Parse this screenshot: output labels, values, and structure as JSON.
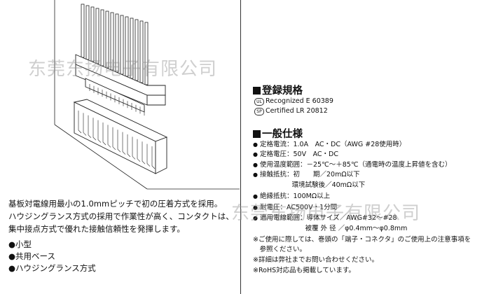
{
  "watermark": {
    "line1": "东莞东扬电子有限公司",
    "line2": "东莞东扬电子有限公司"
  },
  "description": {
    "line1": "基板対電線用最小の1.0mmピッチで初の圧着方式を採用。",
    "line2": "ハウジングランス方式の採用で作業性が高く、コンタクトは、",
    "line3": "集中接点方式で優れた接触信頼性を発揮します。"
  },
  "features": [
    "●小型",
    "●共用ベース",
    "●ハウジングランス方式"
  ],
  "standards": {
    "heading": "登録規格",
    "ul_logo": "UL",
    "ul_text": "Recognized E 60389",
    "csa_logo": "SP",
    "csa_text": "Certified LR 20812"
  },
  "specs": {
    "heading": "一般仕様",
    "items": [
      "定格電流：1.0A　AC・DC（AWG #28使用時）",
      "定格電圧：50V　AC・DC",
      "使用温度範囲：－25℃～＋85℃（通電時の温度上昇値を含む）",
      "接触抵抗：初　　期／20mΩ以下",
      "　　　　　環境試験後／40mΩ以下",
      "絶縁抵抗：100MΩ以上",
      "耐電圧：AC500V・1分間",
      "適用電線範囲：導体サイズ／AWG#32～#28",
      "　　　　　　　被覆 外 径 ／φ0.4mm～φ0.8mm"
    ],
    "bullet_flags": [
      true,
      true,
      true,
      true,
      false,
      true,
      true,
      true,
      false
    ]
  },
  "notes": [
    "※ご使用に際しては、巻頭の「端子・コネクタ」のご使用上の注意事項を",
    "　参照ください。",
    "※詳細は弊社までお問い合わせください。",
    "※RoHS対応品も掲載しています。"
  ],
  "colors": {
    "text": "#111111",
    "watermark": "#8c8c8c",
    "divider": "#333333"
  }
}
